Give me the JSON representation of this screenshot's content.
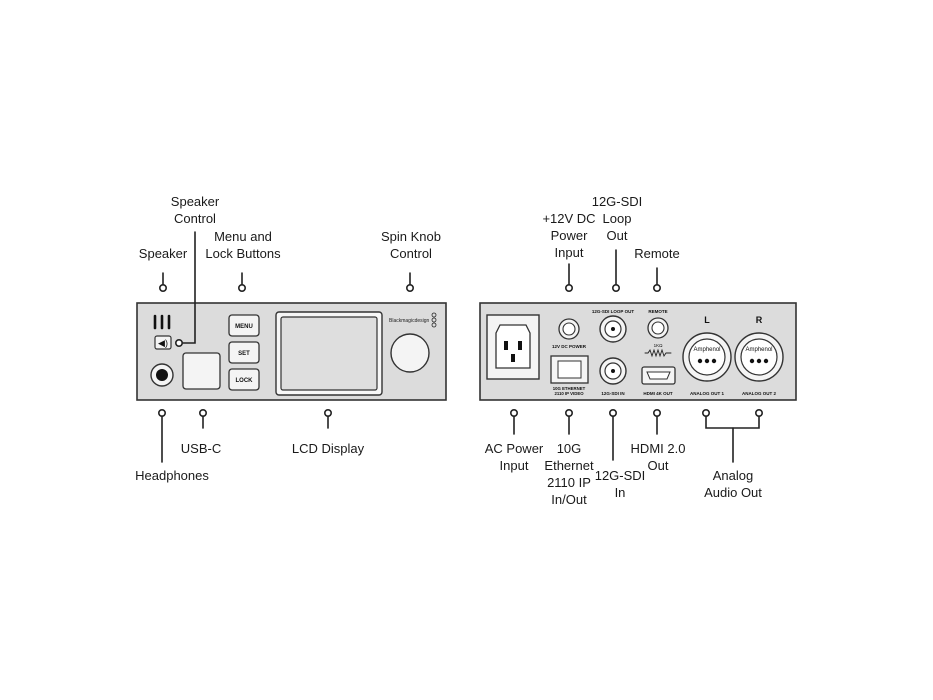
{
  "colors": {
    "panel_fill": "#dcdcdc",
    "panel_stroke": "#333333",
    "ink": "#111111"
  },
  "front_panel": {
    "buttons": [
      "MENU",
      "SET",
      "LOCK"
    ],
    "logo": "Blackmagicdesign",
    "callouts": {
      "speaker_control": "Speaker\nControl",
      "speaker": "Speaker",
      "menu_lock": "Menu and\nLock Buttons",
      "spin_knob": "Spin Knob\nControl",
      "usb_c": "USB-C",
      "lcd": "LCD Display",
      "headphones": "Headphones"
    }
  },
  "rear_panel": {
    "labels": {
      "loop_out": "12G-SDI LOOP OUT",
      "remote": "REMOTE",
      "dc_power": "12V DC POWER",
      "ethernet": "10G ETHERNET\n2110 IP VIDEO",
      "sdi_in": "12G-SDI IN",
      "hdmi_out": "HDMI 4K OUT",
      "analog_out_1": "ANALOG OUT 1",
      "analog_out_2": "ANALOG OUT 2",
      "left": "L",
      "right": "R",
      "xlr_brand": "Amphenol",
      "resistor": "1KΩ"
    },
    "callouts": {
      "dc_power": "+12V DC\nPower\nInput",
      "loop_out": "12G-SDI\nLoop\nOut",
      "remote": "Remote",
      "ac_power": "AC Power\nInput",
      "ethernet": "10G\nEthernet\n2110 IP\nIn/Out",
      "sdi_in": "12G-SDI\nIn",
      "hdmi": "HDMI 2.0\nOut",
      "analog_audio": "Analog\nAudio Out"
    }
  }
}
